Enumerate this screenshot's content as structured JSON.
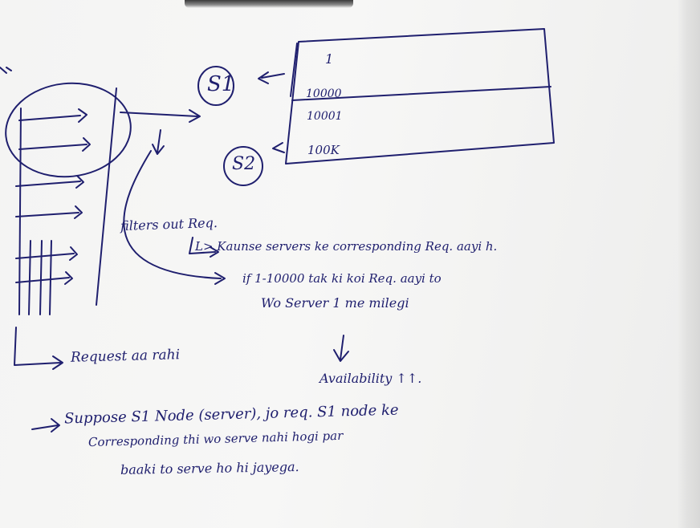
{
  "notes": {
    "server1": "S1",
    "server2": "S2",
    "table": {
      "row1_top": "1",
      "row1_bottom": "10000",
      "row2_top": "10001",
      "row2_bottom": "100K"
    },
    "filter_label": "filters out Req.",
    "kaunse_line": "L> Kaunse servers ke corresponding Req. aayi h.",
    "if_line": "if 1-10000 tak ki koi Req. aayi to",
    "wo_line": "Wo Server 1 me milegi",
    "request_line": "Request aa rahi",
    "availability": "Availability ↑↑.",
    "suppose_line": "Suppose S1 Node (server), jo req. S1 node ke",
    "corresponding_line": "Corresponding thi wo serve nahi hogi par",
    "baaki_line": "baaki to serve ho hi jayega."
  },
  "ink_color": "#1f1f6e"
}
